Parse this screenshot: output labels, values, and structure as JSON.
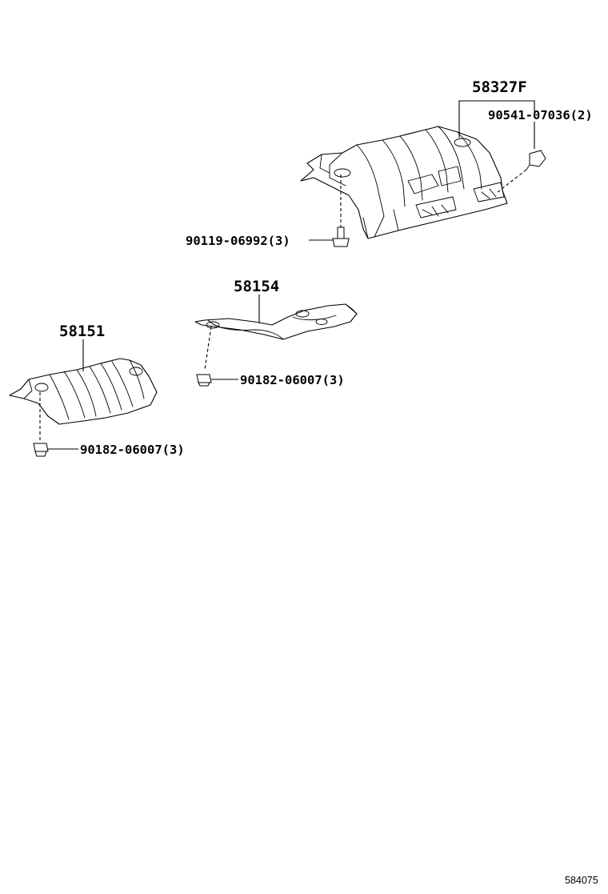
{
  "diagram": {
    "reference_code": "584075",
    "parts": [
      {
        "id": "upper-heat-insulator",
        "number": "58327F"
      },
      {
        "id": "rear-heat-insulator",
        "number": "58154"
      },
      {
        "id": "front-heat-insulator",
        "number": "58151"
      }
    ],
    "fasteners": [
      {
        "id": "clip-upper",
        "label": "90541-07036(2)"
      },
      {
        "id": "bolt-upper",
        "label": "90119-06992(3)"
      },
      {
        "id": "nut-middle",
        "label": "90182-06007(3)"
      },
      {
        "id": "nut-lower",
        "label": "90182-06007(3)"
      }
    ]
  }
}
